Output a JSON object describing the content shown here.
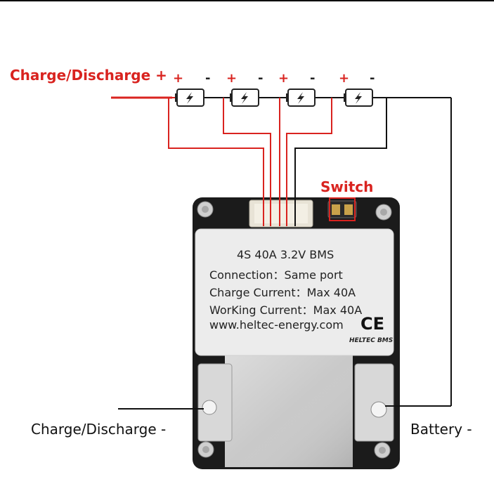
{
  "labels": {
    "charge_discharge_plus": "Charge/Discharge +",
    "switch": "Switch",
    "charge_discharge_minus": "Charge/Discharge -",
    "battery_minus": "Battery -"
  },
  "cells": [
    {
      "plus": "+",
      "minus": "-"
    },
    {
      "plus": "+",
      "minus": "-"
    },
    {
      "plus": "+",
      "minus": "-"
    },
    {
      "plus": "+",
      "minus": "-"
    }
  ],
  "sticker": {
    "line1": "4S 40A 3.2V BMS",
    "line2": "Connection：Same port",
    "line3": "Charge Current：Max 40A",
    "line4": "WorKing Current：Max 40A",
    "line5": "www.heltec-energy.com",
    "ce_mark": "CE",
    "brand": "HELTEC BMS"
  },
  "colors": {
    "positive_wire": "#d9231f",
    "negative_wire": "#111111",
    "label_red": "#d9231f"
  },
  "icons": [
    "battery-cell-icon",
    "lightning-bolt-icon",
    "screw-icon"
  ]
}
